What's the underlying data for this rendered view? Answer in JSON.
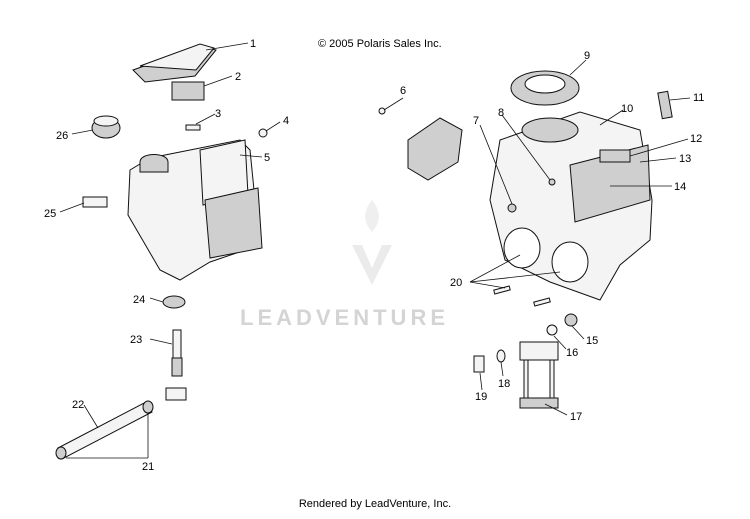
{
  "header": {
    "copyright": "© 2005 Polaris Sales Inc."
  },
  "footer": {
    "rendered_by": "Rendered by LeadVenture, Inc."
  },
  "watermark": {
    "text": "LEADVENTURE"
  },
  "callouts": [
    "1",
    "2",
    "3",
    "4",
    "5",
    "6",
    "7",
    "8",
    "9",
    "10",
    "11",
    "12",
    "13",
    "14",
    "15",
    "16",
    "17",
    "18",
    "19",
    "20",
    "21",
    "22",
    "23",
    "24",
    "25",
    "26"
  ]
}
